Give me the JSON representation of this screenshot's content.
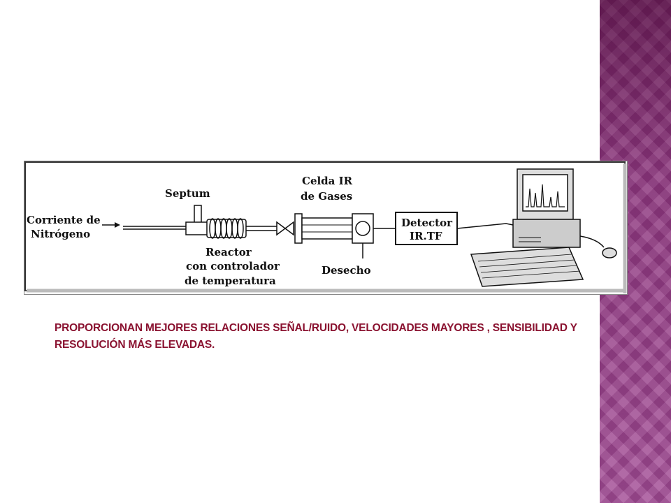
{
  "diagram": {
    "labels": {
      "nitrogen_line1": "Corriente de",
      "nitrogen_line2": "Nitrógeno",
      "septum": "Septum",
      "reactor_line1": "Reactor",
      "reactor_line2": "con controlador",
      "reactor_line3": "de temperatura",
      "cell_line1": "Celda IR",
      "cell_line2": "de Gases",
      "waste": "Desecho",
      "detector_line1": "Detector",
      "detector_line2": "IR.TF"
    }
  },
  "caption": {
    "text": "PROPORCIONAN MEJORES RELACIONES SEÑAL/RUIDO, VELOCIDADES MAYORES , SENSIBILIDAD Y RESOLUCIÓN MÁS ELEVADAS."
  },
  "colors": {
    "caption": "#8a1230",
    "side_band": "#9c3f8e"
  }
}
